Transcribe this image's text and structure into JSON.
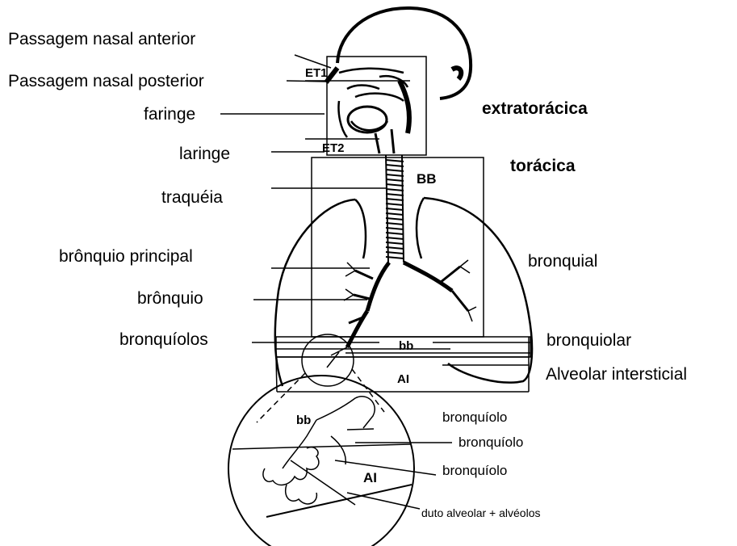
{
  "labels": {
    "left": {
      "nasal_anterior": "Passagem nasal anterior",
      "nasal_posterior": "Passagem nasal posterior",
      "pharynx": "faringe",
      "larynx": "laringe",
      "trachea": "traquéia",
      "main_bronchus": "brônquio principal",
      "bronchus": "brônquio",
      "bronchioles": "bronquíolos"
    },
    "right": {
      "extrathoracic": "extratorácica",
      "thoracic": "torácica",
      "bronchial": "bronquial",
      "bronchiolar": "bronquiolar",
      "alveolar_interstitial": "Alveolar intersticial"
    },
    "regions": {
      "et1": "ET1",
      "et2": "ET2",
      "bb_upper": "BB",
      "bb_lower": "bb",
      "ai": "AI"
    },
    "magnified": {
      "bb": "bb",
      "ai": "AI",
      "bronchiole_1": "bronquíolo",
      "bronchiole_2": "bronquíolo",
      "bronchiole_3": "bronquíolo",
      "alveolar_duct": "duto alveolar + alvéolos"
    }
  }
}
